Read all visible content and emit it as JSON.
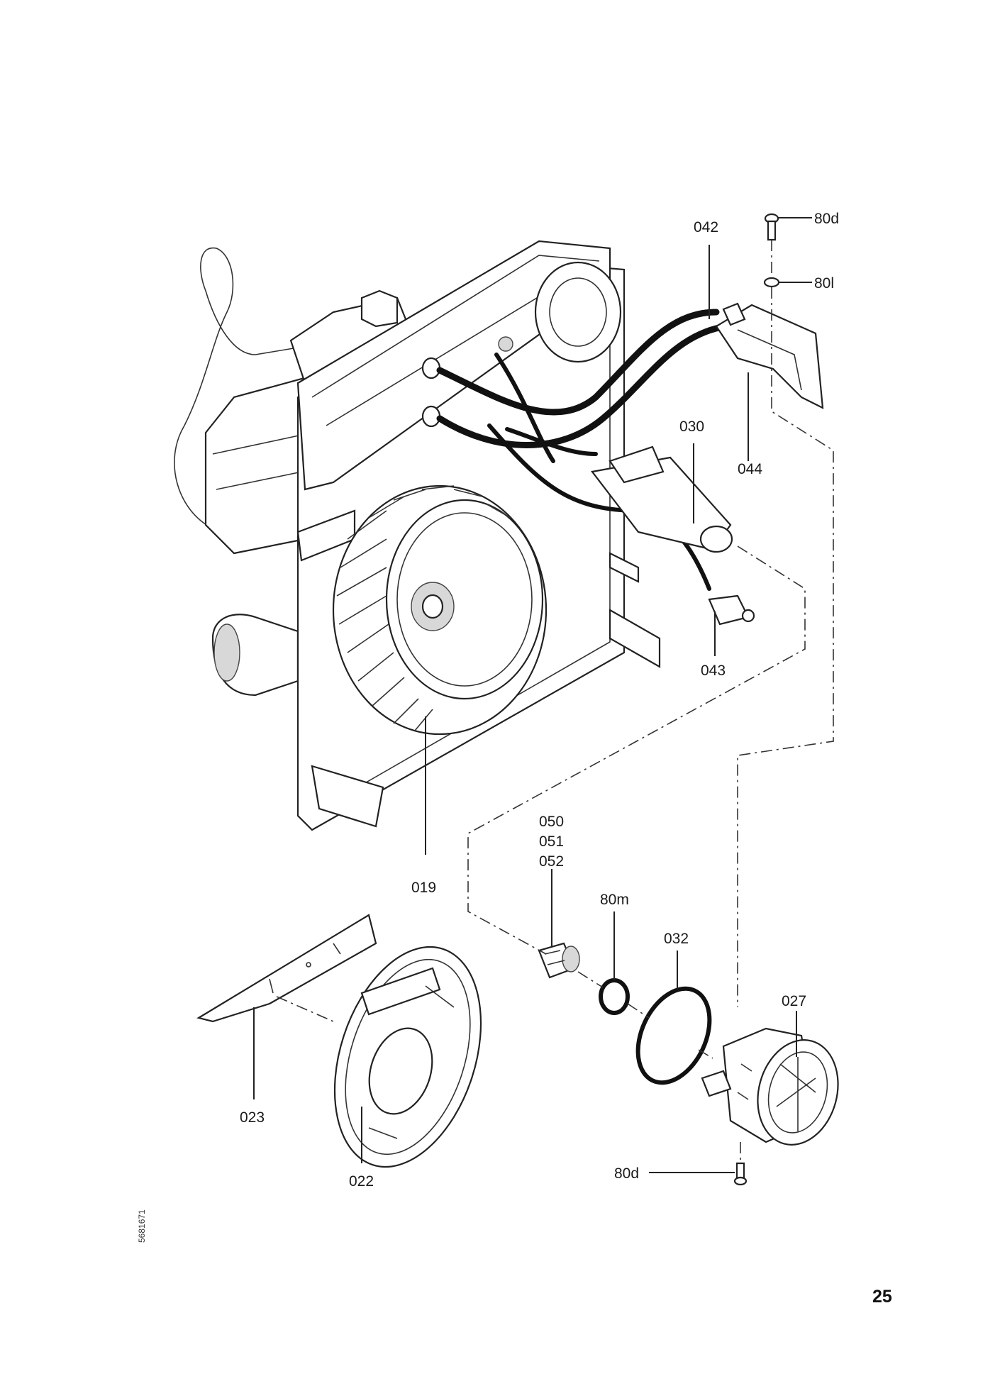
{
  "labels": {
    "p019": "019",
    "p022": "022",
    "p023": "023",
    "p027": "027",
    "p030": "030",
    "p032": "032",
    "p042": "042",
    "p043": "043",
    "p044": "044",
    "p050": "050",
    "p051": "051",
    "p052": "052",
    "p80d_top": "80d",
    "p80l": "80l",
    "p80m": "80m",
    "p80d_bottom": "80d"
  },
  "side_code": "5681671",
  "page_number": "25"
}
